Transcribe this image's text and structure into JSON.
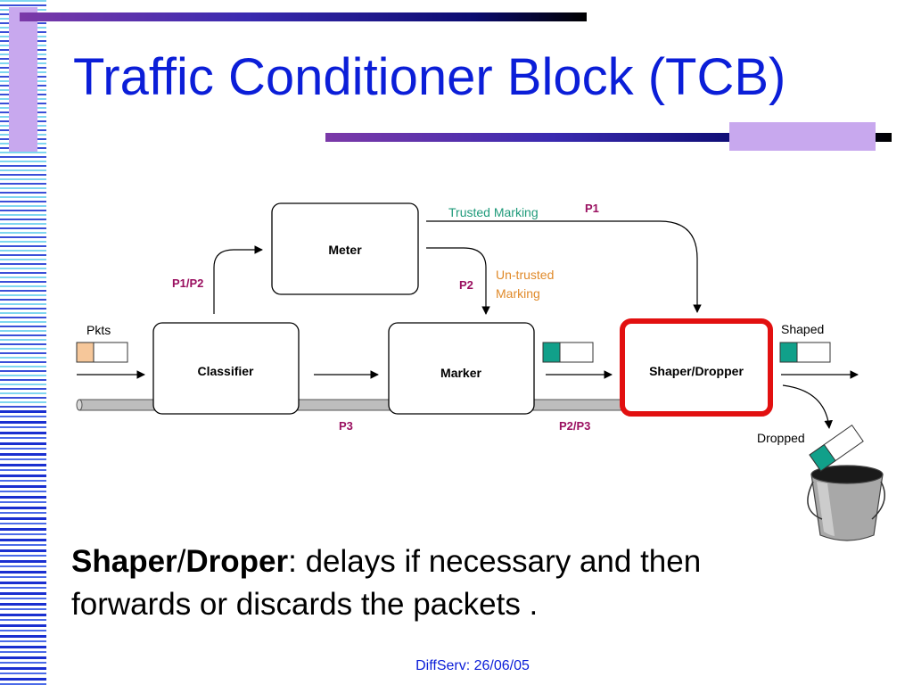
{
  "title": "Traffic Conditioner Block (TCB)",
  "diagram": {
    "meter": "Meter",
    "classifier": "Classifier",
    "marker": "Marker",
    "shaper_dropper": "Shaper/Dropper",
    "pkts": "Pkts",
    "shaped": "Shaped",
    "dropped": "Dropped",
    "trusted_marking": "Trusted Marking",
    "untrusted_marking_1": "Un-trusted",
    "untrusted_marking_2": "Marking",
    "p1": "P1",
    "p2": "P2",
    "p1p2": "P1/P2",
    "p3": "P3",
    "p2p3": "P2/P3"
  },
  "body": {
    "bold_part1": "Shaper",
    "slash": "/",
    "bold_part2": "Droper",
    "rest_line1": ": delays if necessary and then",
    "line2": "forwards or discards the packets ."
  },
  "footer": "DiffServ: 26/06/05",
  "colors": {
    "title_blue": "#0b1ed8",
    "label_magenta": "#9a1060",
    "trusted_green": "#1f9a7a",
    "untrusted_orange": "#e08a2a",
    "highlight_red": "#e21010",
    "packet_orange": "#f6c79a",
    "packet_teal": "#11a08a"
  }
}
